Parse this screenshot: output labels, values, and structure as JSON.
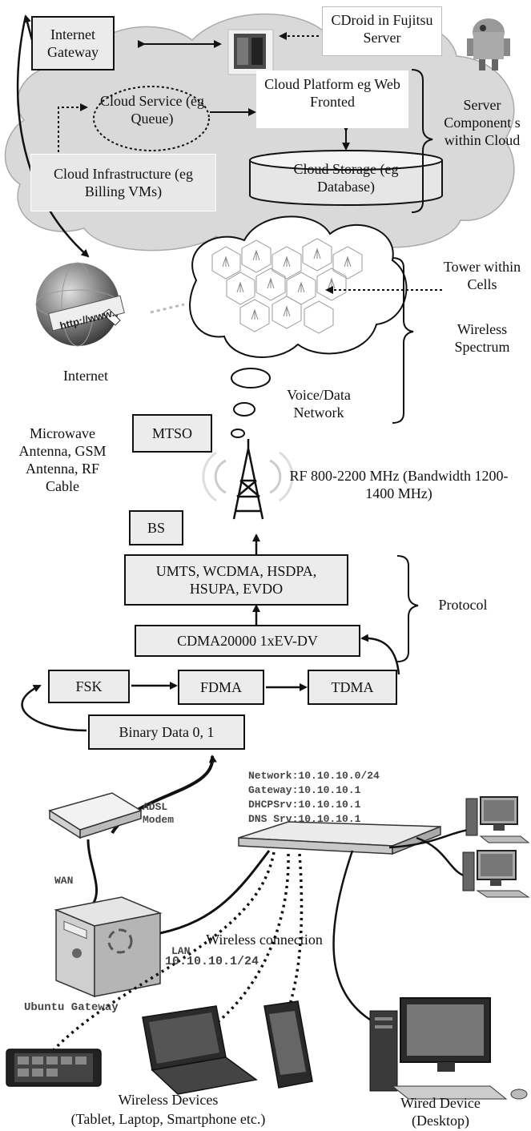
{
  "cloud_section": {
    "internet_gateway": "Internet Gateway",
    "cdroid": "CDroid in Fujitsu Server",
    "cloud_service": "Cloud Service (eg Queue)",
    "cloud_platform": "Cloud Platform eg Web Fronted",
    "cloud_infrastructure": "Cloud Infrastructure (eg Billing VMs)",
    "cloud_storage": "Cloud Storage (eg Database)",
    "server_components": "Server Component s within Cloud"
  },
  "wireless_section": {
    "internet": "Internet",
    "tower": "Tower within Cells",
    "wireless_spectrum": "Wireless Spectrum",
    "voice_data": "Voice/Data Network",
    "microwave": "Microwave Antenna, GSM Antenna, RF Cable",
    "mtso": "MTSO",
    "rf": "RF 800-2200 MHz (Bandwidth 1200-1400 MHz)",
    "bs": "BS",
    "url_text": "http://www."
  },
  "protocol_section": {
    "umts": "UMTS, WCDMA, HSDPA, HSUPA, EVDO",
    "protocol": "Protocol",
    "cdma": "CDMA20000 1xEV-DV",
    "fsk": "FSK",
    "fdma": "FDMA",
    "tdma": "TDMA",
    "binary": "Binary Data 0, 1"
  },
  "network_section": {
    "network": "Network:10.10.10.0/24",
    "gateway": "Gateway:10.10.10.1",
    "dhcp": "DHCPSrv:10.10.10.1",
    "dns": "DNS Srv:10.10.10.1",
    "adsl": "ADSL Modem",
    "wan": "WAN",
    "lan": "LAN",
    "lan_ip": "10.10.10.1/24",
    "wireless_connection": "Wireless connection",
    "ubuntu": "Ubuntu Gateway",
    "wireless_devices": "Wireless Devices",
    "wireless_devices_sub": "(Tablet, Laptop, Smartphone etc.)",
    "wired_device": "Wired Device",
    "wired_device_sub": "(Desktop)"
  }
}
